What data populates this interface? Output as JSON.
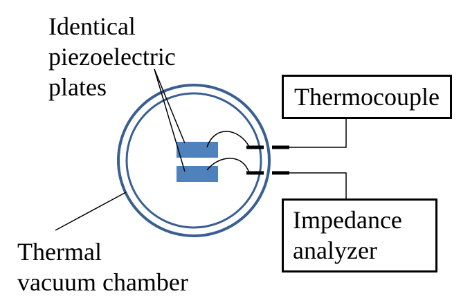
{
  "labels": {
    "plates_line1": "Identical",
    "plates_line2": "piezoelectric",
    "plates_line3": "plates",
    "chamber_line1": "Thermal",
    "chamber_line2": "vacuum chamber",
    "thermocouple": "Thermocouple",
    "impedance_line1": "Impedance",
    "impedance_line2": "analyzer"
  },
  "colors": {
    "chamber_ring": "#3a5f93",
    "plate_fill": "#4f81bd",
    "line": "#000000"
  }
}
